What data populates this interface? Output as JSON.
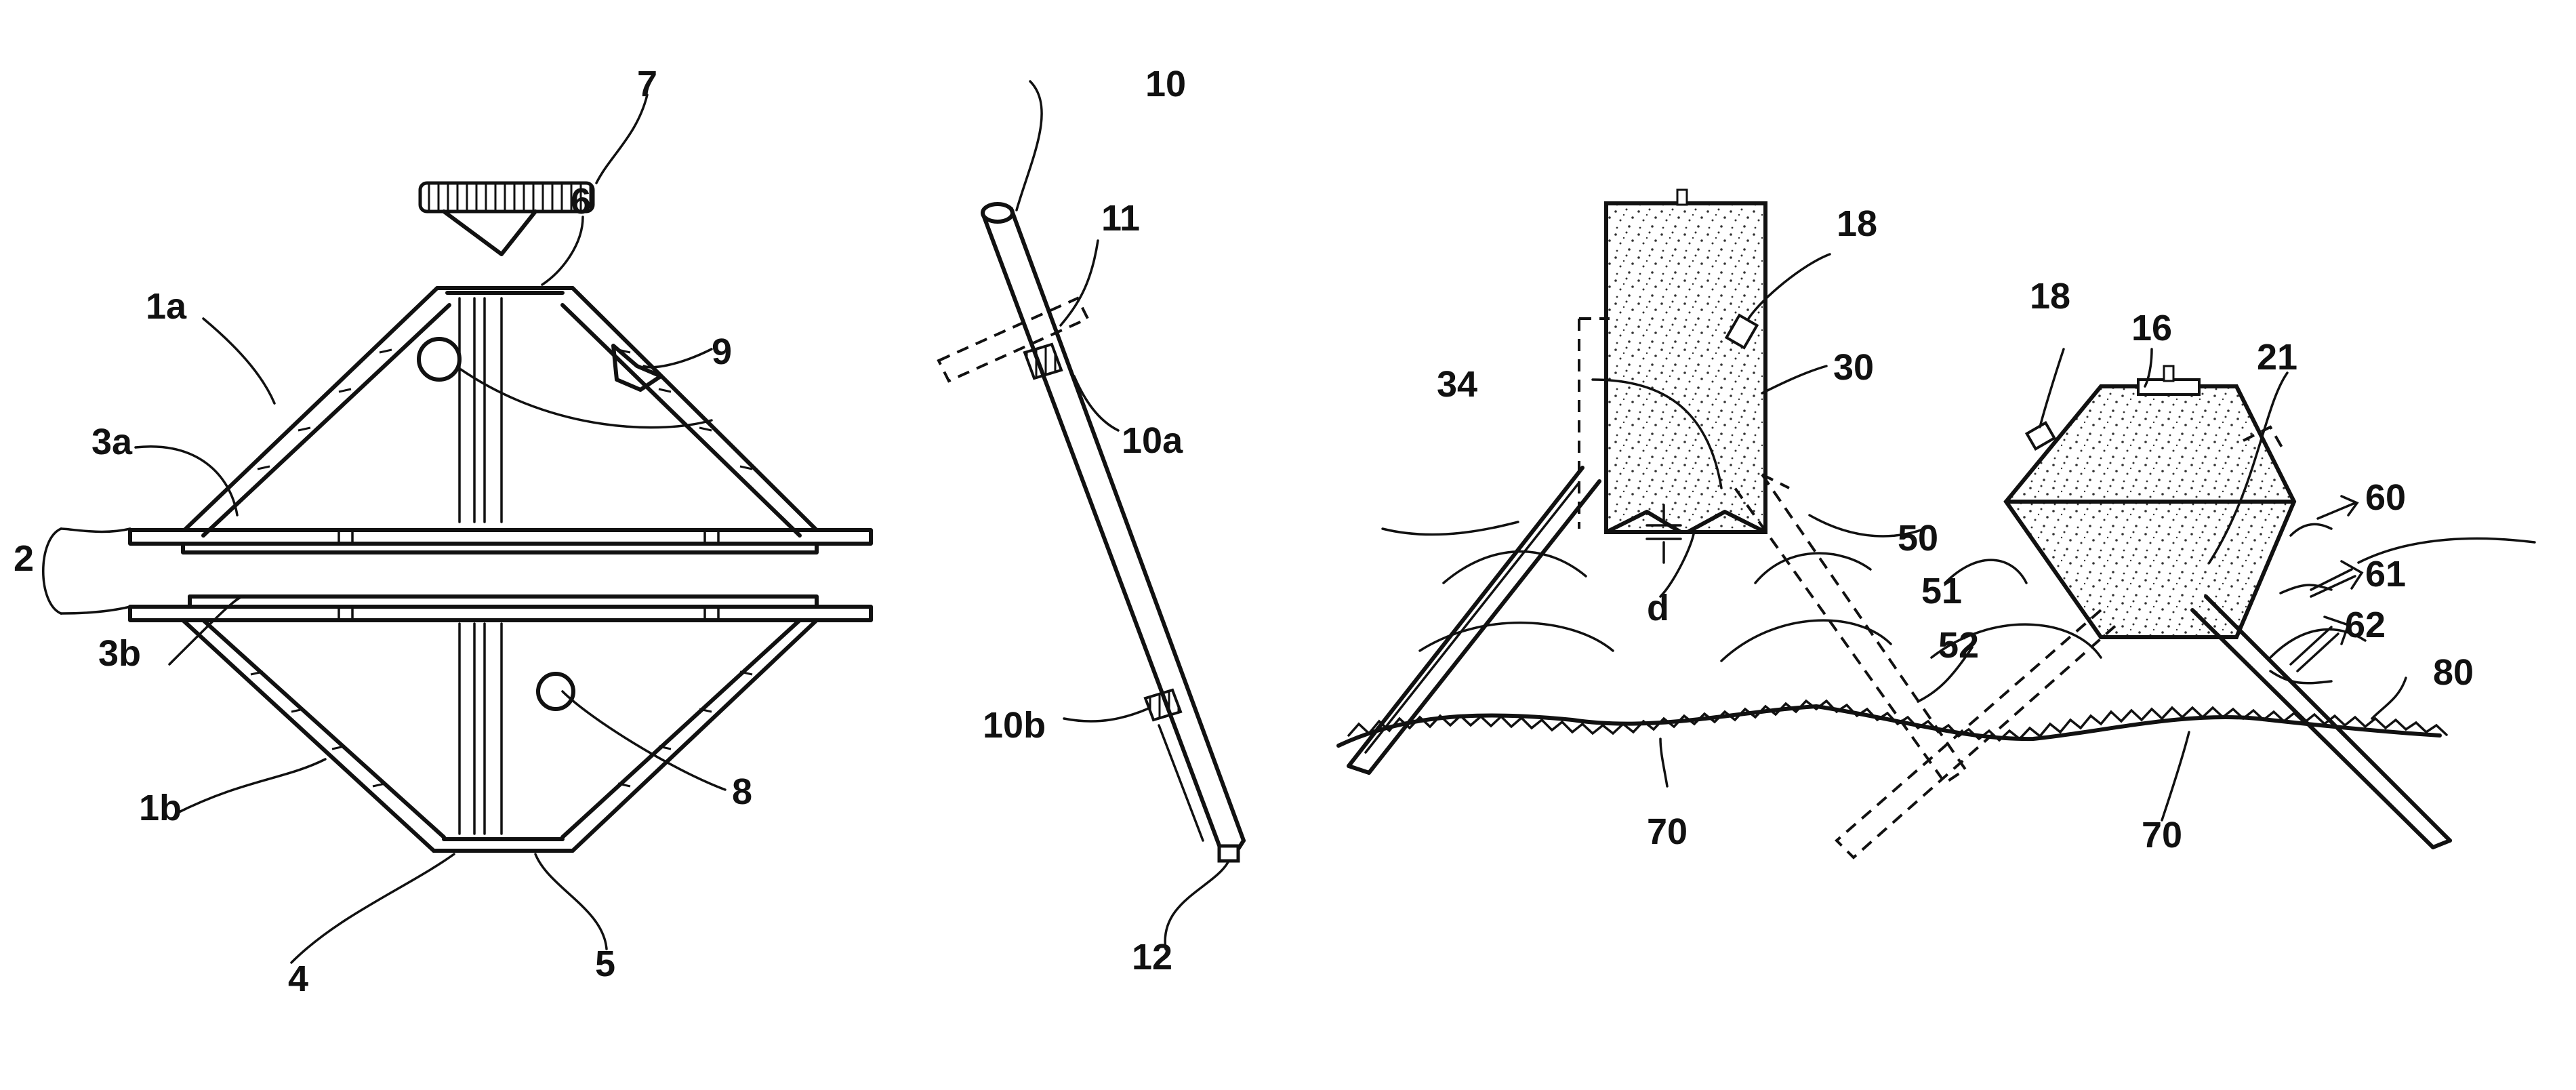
{
  "figure": {
    "left_device": {
      "labels": {
        "l7": "7",
        "l6": "6",
        "l1a": "1a",
        "l9": "9",
        "l3a": "3a",
        "l2": "2",
        "l3b": "3b",
        "l1b": "1b",
        "l8": "8",
        "l4": "4",
        "l5": "5"
      }
    },
    "probe": {
      "labels": {
        "l10": "10",
        "l11": "11",
        "l10a": "10a",
        "l10b": "10b",
        "l12": "12"
      }
    },
    "field_view": {
      "labels": {
        "l18a": "18",
        "l34": "34",
        "l30": "30",
        "l16": "16",
        "l18b": "18",
        "l21": "21",
        "l60": "60",
        "l50": "50",
        "l51": "51",
        "l61": "61",
        "l62": "62",
        "l52": "52",
        "ld": "d",
        "l80": "80",
        "l70a": "70",
        "l70b": "70"
      }
    }
  }
}
